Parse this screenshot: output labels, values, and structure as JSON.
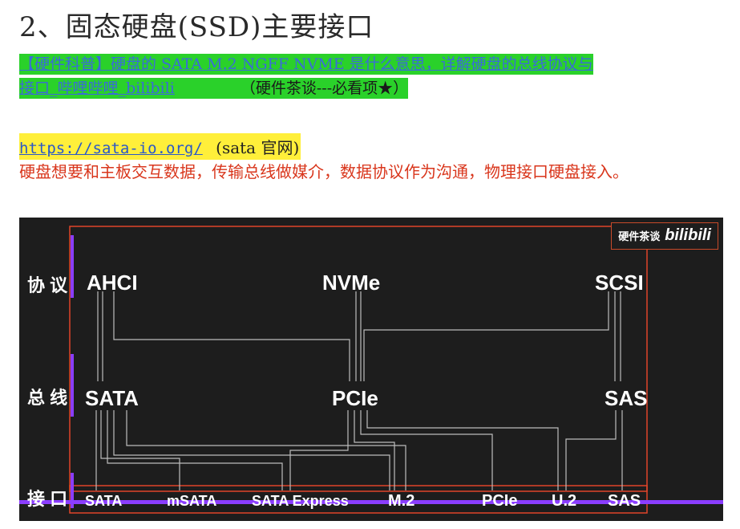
{
  "title": "2、固态硬盘(SSD)主要接口",
  "reference": {
    "link_text_line1": "【硬件科普】硬盘的 SATA M.2 NGFF NVME 是什么意思，详解硬盘的总线协议与",
    "link_text_line2": "接口_哔哩哔哩_bilibili",
    "note": "（硬件茶谈---必看项★）"
  },
  "official_site": {
    "url_text": "https://sata-io.org/",
    "note": "(sata 官网)"
  },
  "description": "硬盘想要和主板交互数据，传输总线做媒介，数据协议作为沟通，物理接口硬盘接入。",
  "diagram": {
    "brand": "硬件茶谈",
    "brand_logo": "bilibili",
    "rows": {
      "protocol": "协 议",
      "bus": "总 线",
      "interface": "接 口"
    },
    "protocols": [
      "AHCI",
      "NVMe",
      "SCSI"
    ],
    "buses": [
      "SATA",
      "PCIe",
      "SAS"
    ],
    "interfaces": [
      "SATA",
      "mSATA",
      "SATA Express",
      "M.2",
      "PCIe",
      "U.2",
      "SAS"
    ],
    "colors": {
      "accent_bar": "#8b3dff",
      "frame": "#e0452a",
      "lines": "#bdbdbd"
    }
  }
}
